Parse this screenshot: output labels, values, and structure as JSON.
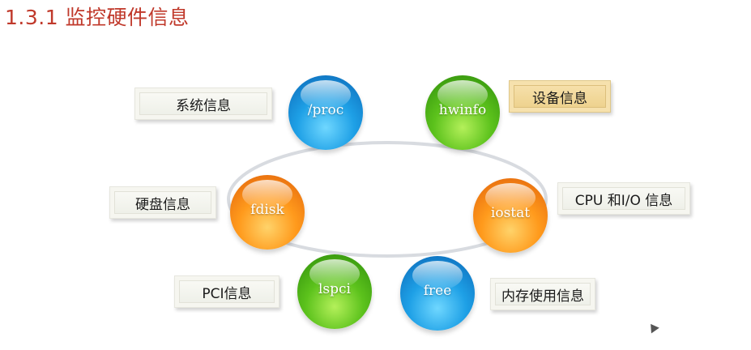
{
  "title": "1.3.1 监控硬件信息",
  "nodes": {
    "proc": {
      "text": "/proc",
      "color": "#1ea0e6"
    },
    "hwinfo": {
      "text": "hwinfo",
      "color": "#5cc21c"
    },
    "fdisk": {
      "text": "fdisk",
      "color": "#ff9a1c"
    },
    "iostat": {
      "text": "iostat",
      "color": "#ff9a1c"
    },
    "lspci": {
      "text": "lspci",
      "color": "#5cc21c"
    },
    "free": {
      "text": "free",
      "color": "#1ea0e6"
    }
  },
  "labels": {
    "proc": "系统信息",
    "hwinfo": "设备信息",
    "fdisk": "硬盘信息",
    "iostat": "CPU 和I/O 信息",
    "lspci": "PCI信息",
    "free": "内存使用信息"
  },
  "highlight_color": "#eccf88"
}
